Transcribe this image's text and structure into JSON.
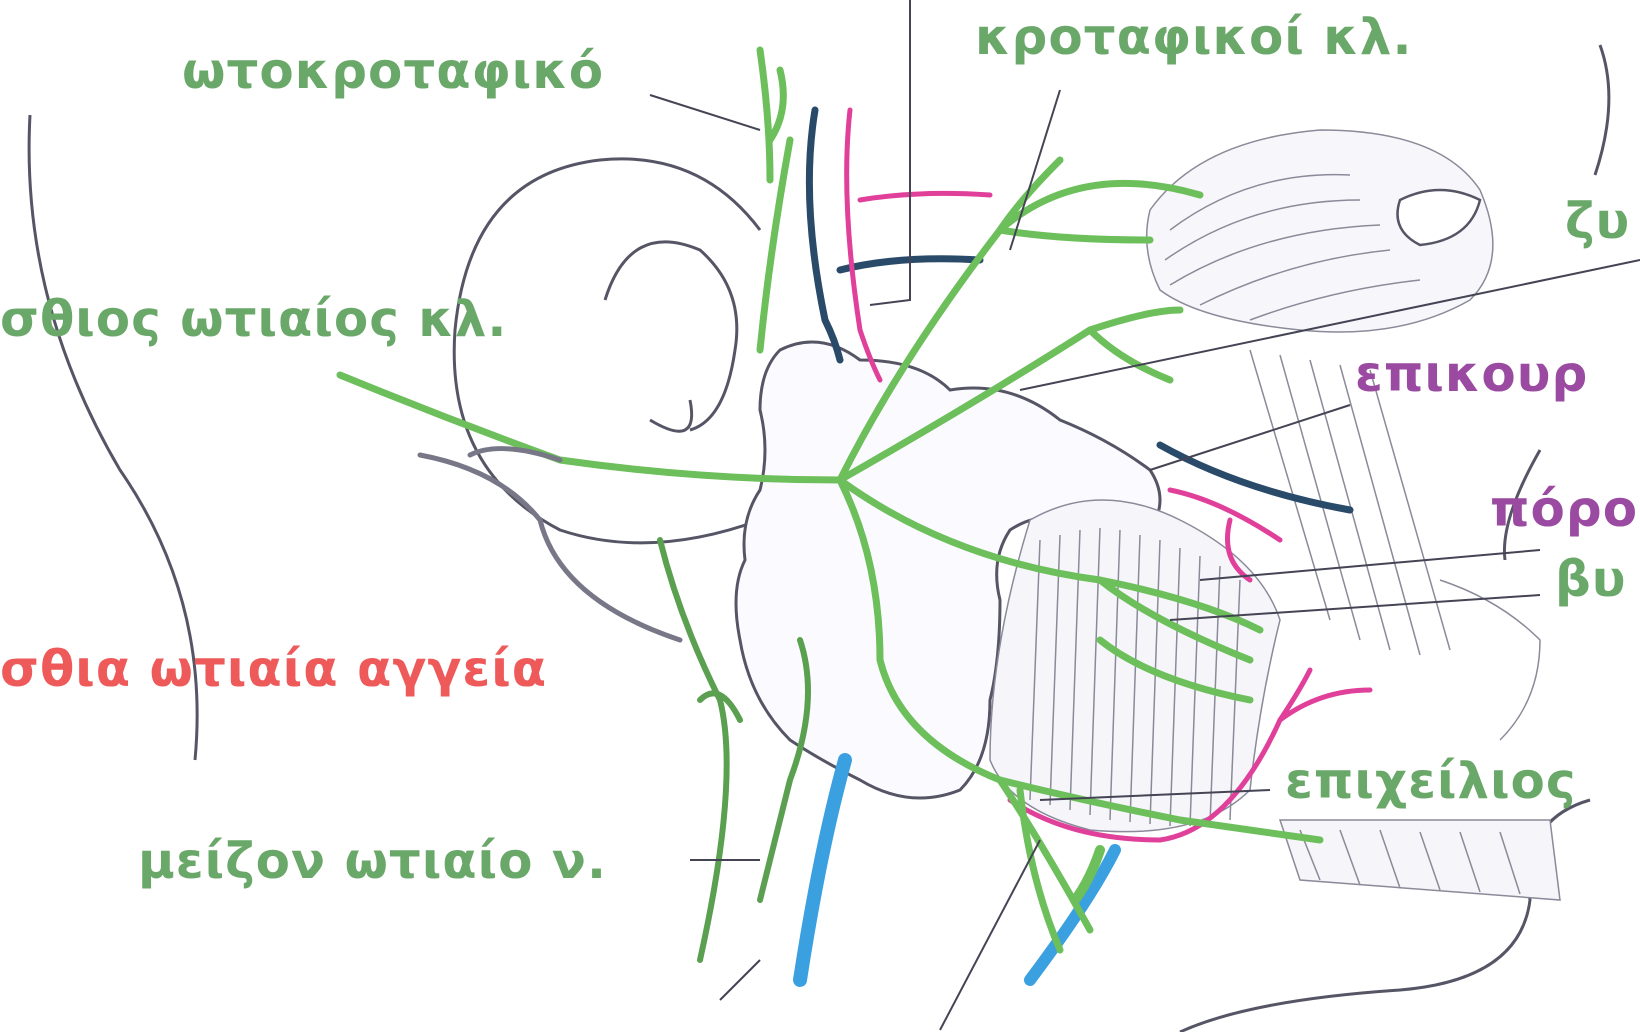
{
  "labels": {
    "otokrotafiko": "ωτοκροταφικό",
    "krotafikoi": "κροταφικοί κλ.",
    "zy": "ζυ",
    "opisthios": "σθιος ωτιαίος κλ.",
    "epikour": "επικουρ",
    "poro": "πόρο",
    "by": "βυ",
    "opisthia_angeia": "σθια ωτιαία αγγεία",
    "epicheilios": "επιχείλιος",
    "meizon": "μείζον ωτιαίο ν."
  },
  "colors": {
    "nerve_label": "#6aa86a",
    "vessel_label": "#ee5a5a",
    "gland_label": "#9a4aa0",
    "nerve": "#6cbf5a",
    "artery": "#e0409a",
    "vein": "#3aa0e0",
    "dark_vein": "#2a4a6a",
    "outline": "#555566"
  }
}
